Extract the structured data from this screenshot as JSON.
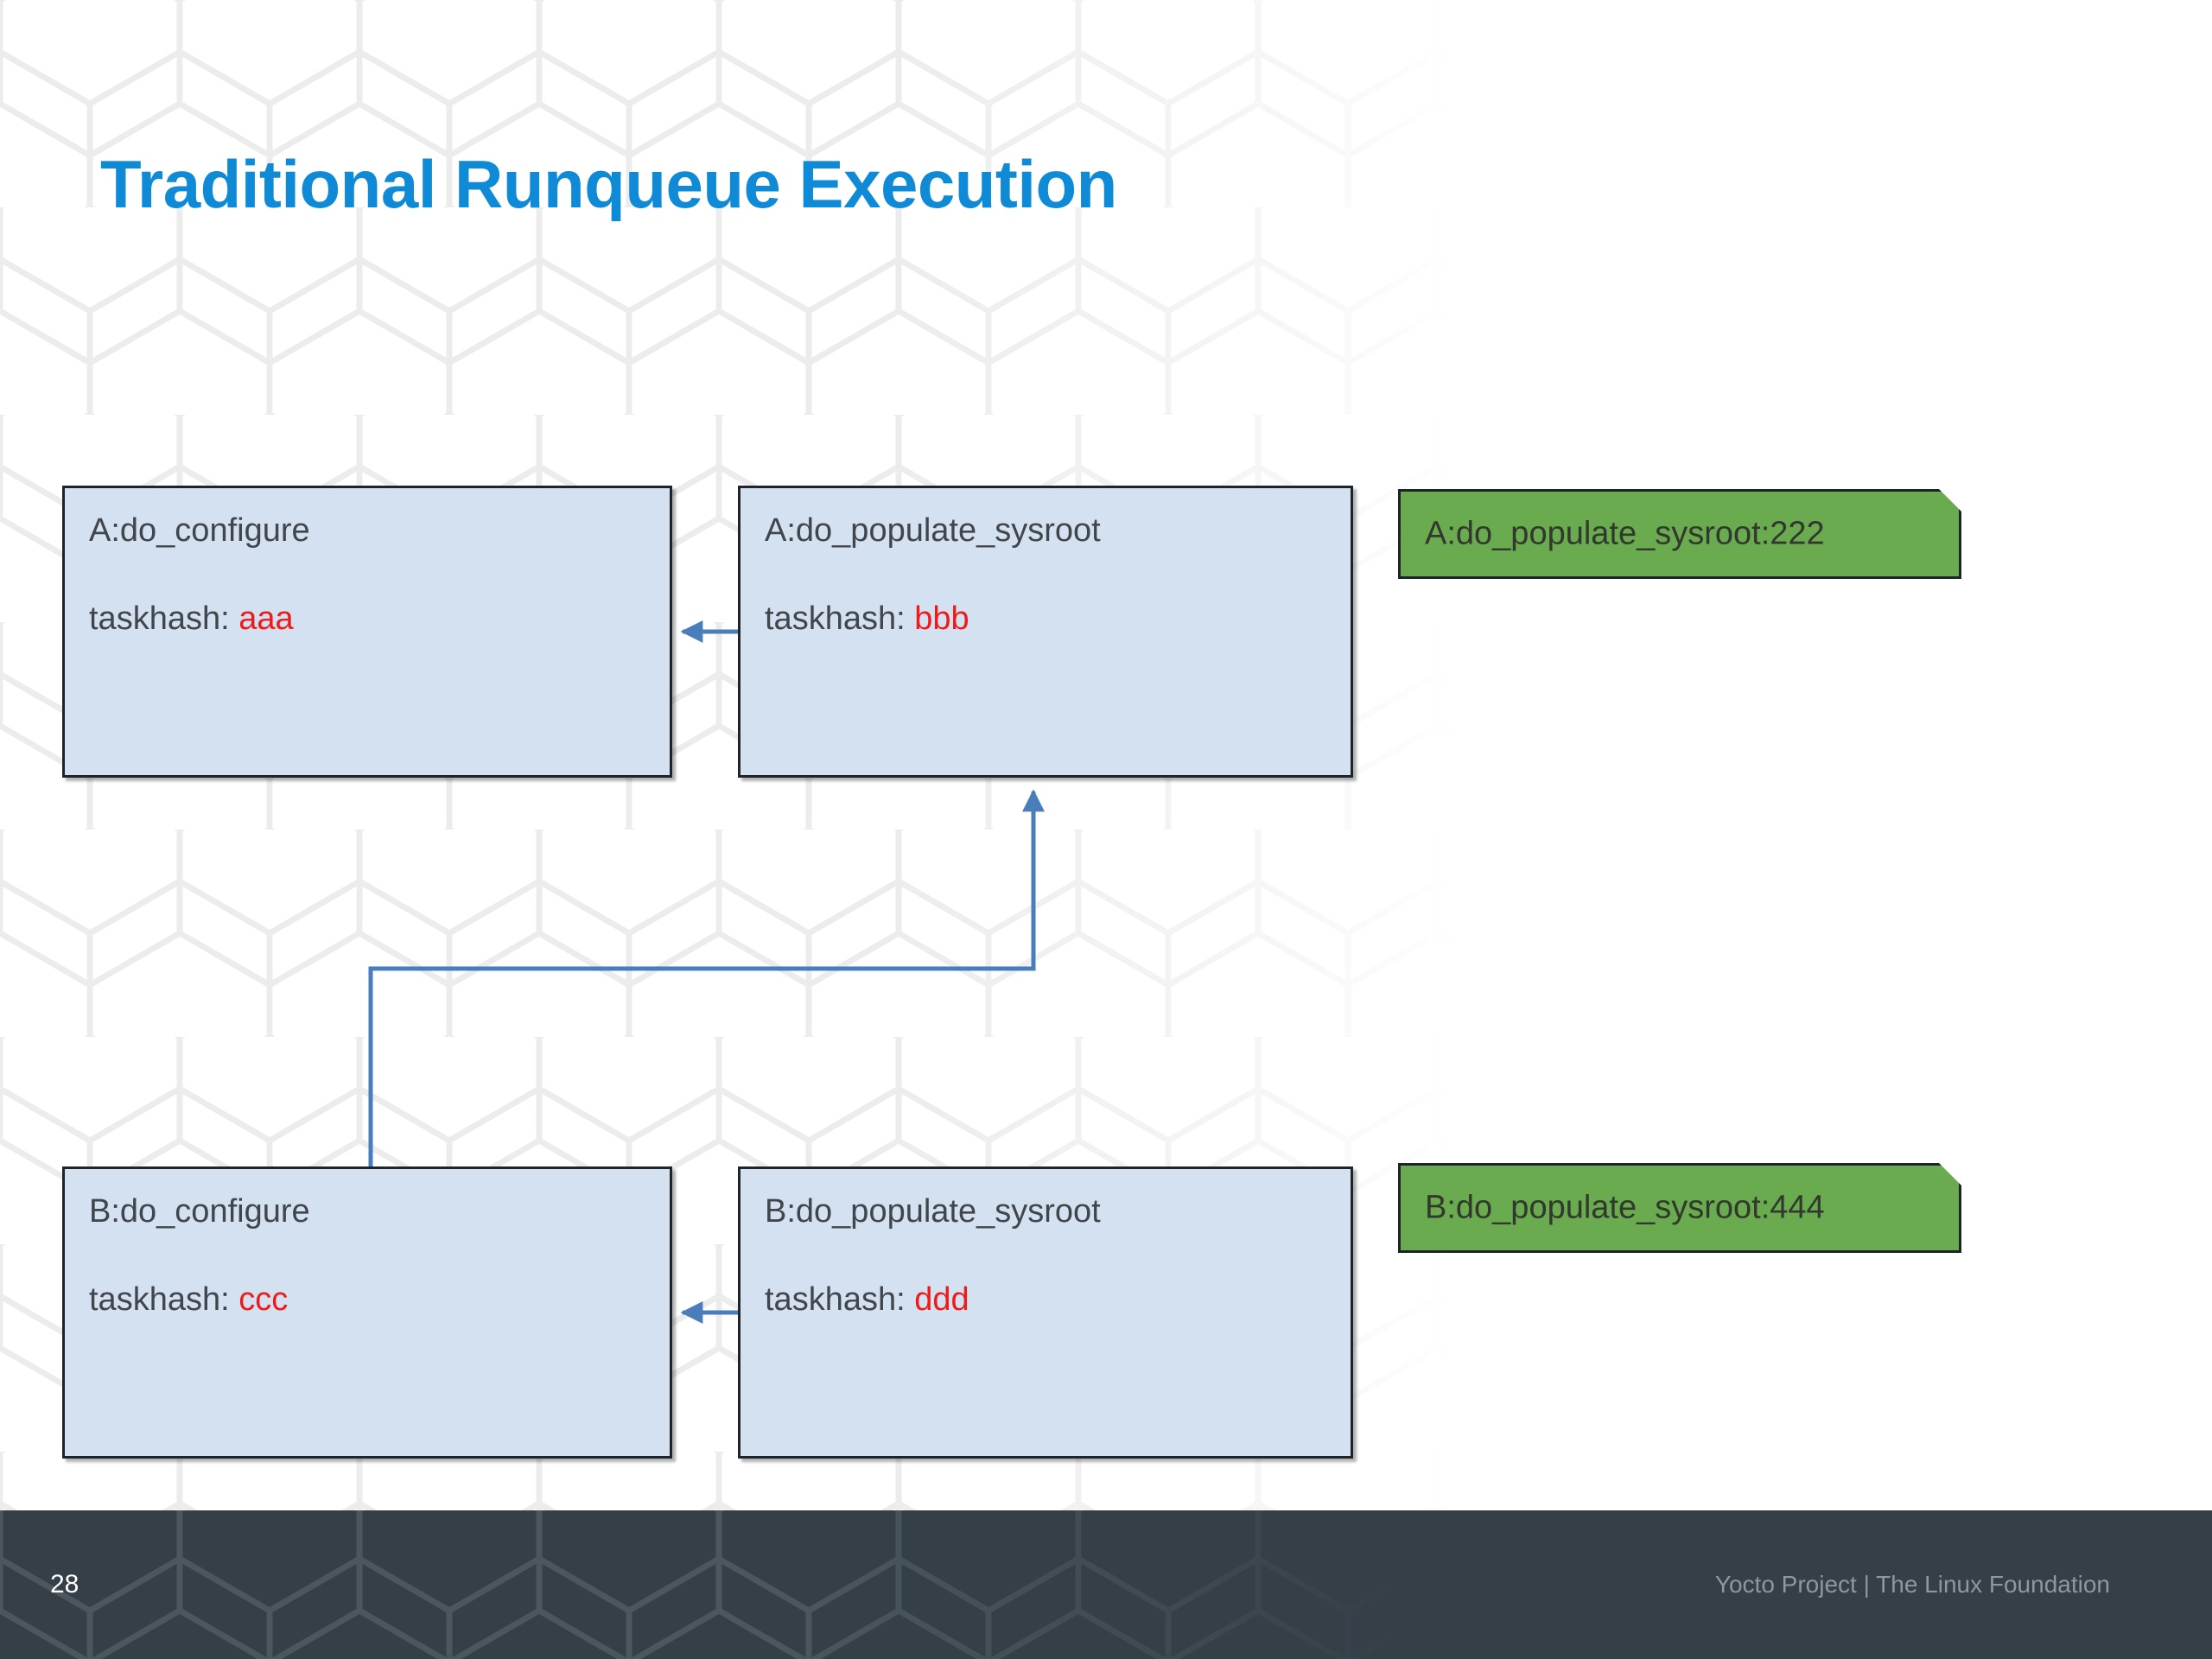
{
  "slide": {
    "title": "Traditional Runqueue Execution",
    "colors": {
      "title_blue": "#0e8ad6",
      "box_fill": "#d4e1f0",
      "box_border": "#1f2428",
      "green_fill": "#6aab4f",
      "hash_red": "#ee1b1b",
      "connector_blue": "#4a7ebb",
      "footer_bar": "#343f48"
    }
  },
  "task_boxes": [
    {
      "id": "a-configure",
      "title": "A:do_configure",
      "hash_label": "taskhash: ",
      "hash_value": "aaa"
    },
    {
      "id": "a-populate-sysroot",
      "title": "A:do_populate_sysroot",
      "hash_label": "taskhash: ",
      "hash_value": "bbb"
    },
    {
      "id": "b-configure",
      "title": "B:do_configure",
      "hash_label": "taskhash: ",
      "hash_value": "ccc"
    },
    {
      "id": "b-populate-sysroot",
      "title": "B:do_populate_sysroot",
      "hash_label": "taskhash: ",
      "hash_value": "ddd"
    }
  ],
  "callouts": [
    {
      "id": "green-a",
      "label": "A:do_populate_sysroot:222"
    },
    {
      "id": "green-b",
      "label": "B:do_populate_sysroot:444"
    }
  ],
  "connectors": [
    {
      "id": "arrow-a-sysroot-to-a-configure",
      "from": "A:do_populate_sysroot",
      "to": "A:do_configure",
      "style": "horizontal-left-arrow"
    },
    {
      "id": "arrow-b-sysroot-to-b-configure",
      "from": "B:do_populate_sysroot",
      "to": "B:do_configure",
      "style": "horizontal-left-arrow"
    },
    {
      "id": "arrow-b-configure-to-a-sysroot",
      "from": "B:do_configure",
      "to": "A:do_populate_sysroot",
      "style": "elbow-up-arrow"
    }
  ],
  "footer": {
    "page_number": "28",
    "credit": "Yocto Project | The Linux Foundation"
  }
}
